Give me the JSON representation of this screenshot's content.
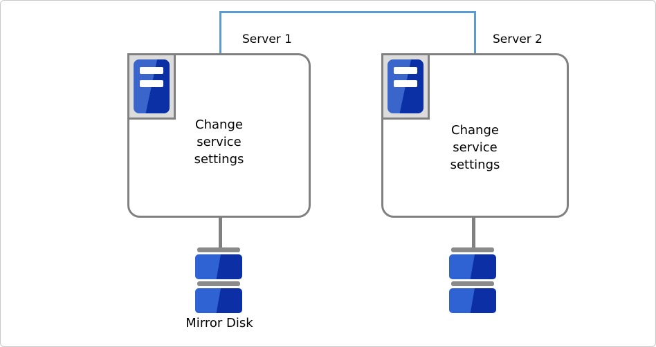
{
  "servers": [
    {
      "label": "Server 1",
      "text_lines": [
        "Change",
        "service",
        "settings"
      ],
      "disk_label": "Mirror Disk"
    },
    {
      "label": "Server 2",
      "text_lines": [
        "Change",
        "service",
        "settings"
      ]
    }
  ],
  "icons": {
    "server": "server-icon",
    "disk": "disk-stack-icon"
  },
  "colors": {
    "connector_blue": "#5b9bd5",
    "box_border_gray": "#808080",
    "icon_frame_gray": "#dcdcdc",
    "server_blue_light": "#3a66cc",
    "server_blue_dark": "#0b2fa4",
    "disk_blue_light": "#2f62d2",
    "disk_blue_dark": "#0c2fa6",
    "disk_bar_gray": "#8a8a8a",
    "canvas_border_gray": "#c9c9c9"
  }
}
